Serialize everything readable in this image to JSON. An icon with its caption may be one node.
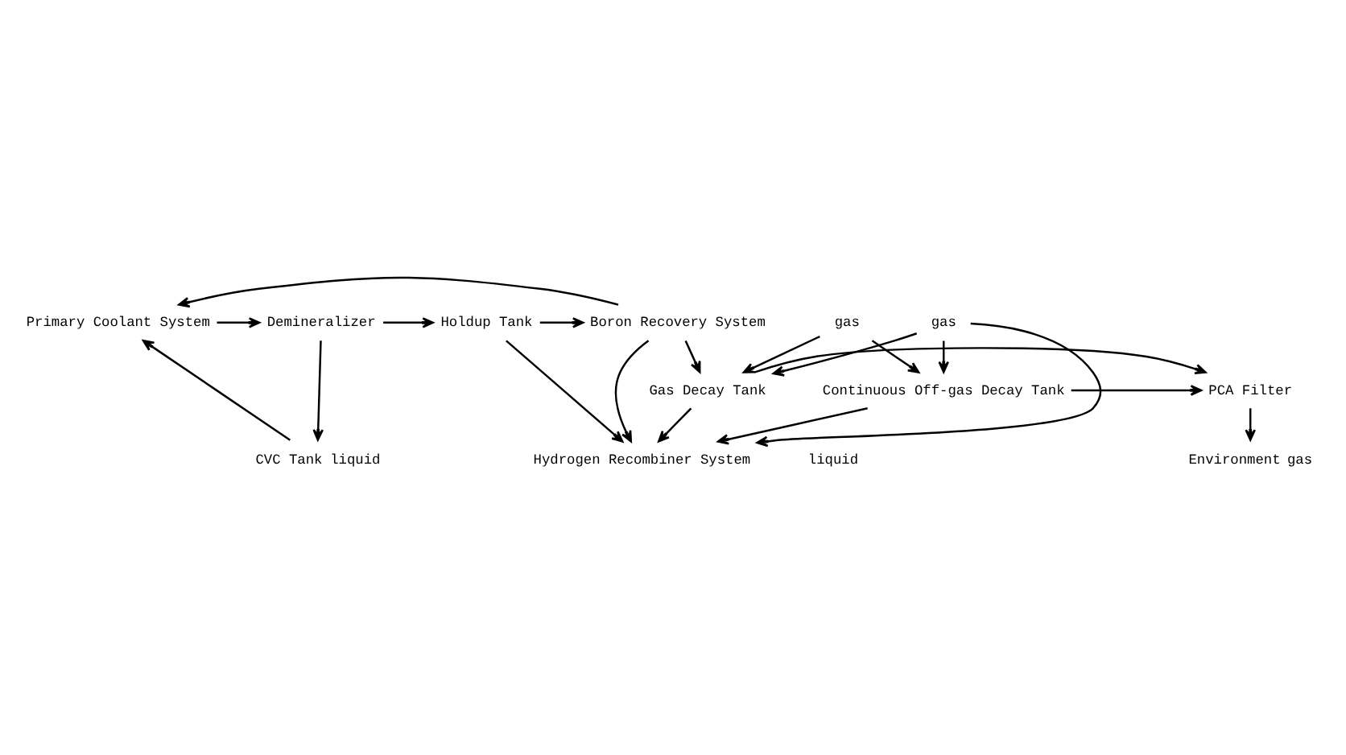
{
  "diagram": {
    "nodes": [
      {
        "text": [
          "Primary Coolant System"
        ]
      },
      {
        "text": [
          "Demineralizer"
        ]
      },
      {
        "text": [
          "Holdup Tank"
        ]
      },
      {
        "text": [
          "Boron Recovery System"
        ]
      },
      {
        "text": [
          "CVC Tank"
        ],
        "beside": [
          "liquid"
        ]
      },
      {
        "text": [
          "Hydrogen Recombiner System"
        ]
      },
      {
        "text": [
          "gas"
        ]
      },
      {
        "text": [
          "gas"
        ]
      },
      {
        "text": [
          "Continuous Off-gas Decay Tank"
        ]
      },
      {
        "text": [
          "Gas Decay Tank"
        ]
      },
      {
        "text": [
          "PCA Filter"
        ]
      },
      {
        "text": [
          "Environment"
        ],
        "beside": [
          "gas"
        ]
      }
    ],
    "edges": [
      {
        "from": 3,
        "to": 0,
        "arrow": "to"
      },
      {
        "from": 0,
        "to": 1,
        "arrow": "to"
      },
      {
        "from": 1,
        "to": 2,
        "arrow": "to"
      },
      {
        "from": 2,
        "to": 3,
        "arrow": "to"
      },
      {
        "from": 1,
        "to": 4,
        "arrow": "to"
      },
      {
        "from": 4,
        "to": 0,
        "arrow": "to"
      },
      {
        "from": 2,
        "to": 5,
        "arrow": "to"
      },
      {
        "from": 3,
        "to": 5,
        "arrow": "to"
      },
      {
        "from": 3,
        "to": 9,
        "arrow": "to"
      },
      {
        "from": 6,
        "to": 5,
        "arrow": "to"
      },
      {
        "from": 8,
        "to": 5,
        "arrow": "to"
      },
      {
        "from": 6,
        "to": 8,
        "arrow": "to"
      },
      {
        "from": 6,
        "to": 9,
        "arrow": "to"
      },
      {
        "from": 7,
        "to": 8,
        "arrow": "to"
      },
      {
        "from": 7,
        "to": 9,
        "arrow": "to"
      },
      {
        "from": 9,
        "to": 5,
        "arrow": "to"
      },
      {
        "from": 9,
        "to": 10,
        "arrow": "to"
      },
      {
        "from": 8,
        "to": 10,
        "arrow": "to"
      },
      {
        "from": 10,
        "to": 11,
        "arrow": "to"
      }
    ],
    "labels": [
      "liquid"
    ]
  }
}
